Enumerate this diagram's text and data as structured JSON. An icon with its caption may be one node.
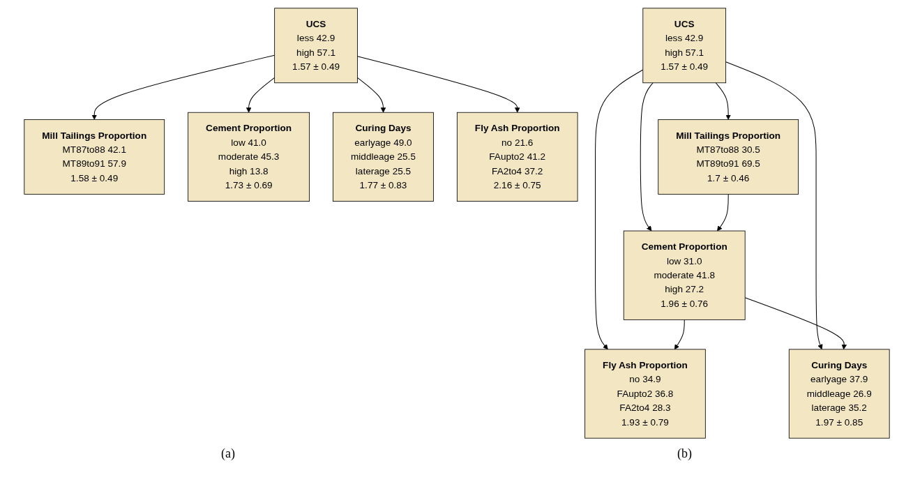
{
  "diagram": {
    "nodes": [
      {
        "text": [
          "Mill Tailings Proportion",
          "MT87to88 42.1",
          "MT89to91 57.9",
          "1.58 ± 0.49"
        ]
      },
      {
        "text": [
          "UCS",
          "less 42.9",
          "high 57.1",
          "1.57 ± 0.49"
        ]
      },
      {
        "text": [
          "Cement Proportion",
          "low 41.0",
          "moderate 45.3",
          "high 13.8",
          "1.73 ± 0.69"
        ]
      },
      {
        "text": [
          "Curing Days",
          "earlyage 49.0",
          "middleage 25.5",
          "laterage 25.5",
          "1.77 ± 0.83"
        ]
      },
      {
        "text": [
          "Fly Ash Proportion",
          "no 21.6",
          "FAupto2 41.2",
          "FA2to4 37.2",
          "2.16 ± 0.75"
        ]
      },
      {
        "text": [
          "UCS",
          "less 42.9",
          "high 57.1",
          "1.57 ± 0.49"
        ]
      },
      {
        "text": [
          "Mill Tailings Proportion",
          "MT87to88 30.5",
          "MT89to91 69.5",
          "1.7 ± 0.46"
        ]
      },
      {
        "text": [
          "Curing Days",
          "earlyage 37.9",
          "middleage 26.9",
          "laterage 35.2",
          "1.97 ± 0.85"
        ]
      },
      {
        "text": [
          "Cement Proportion",
          "low 31.0",
          "moderate 41.8",
          "high 27.2",
          "1.96 ± 0.76"
        ]
      },
      {
        "text": [
          "Fly Ash Proportion",
          "no 34.9",
          "FAupto2 36.8",
          "FA2to4 28.3",
          "1.93 ± 0.79"
        ]
      }
    ],
    "edges": [
      {
        "from": 1,
        "to": 0,
        "arrow": "to"
      },
      {
        "from": 1,
        "to": 2,
        "arrow": "to"
      },
      {
        "from": 1,
        "to": 4,
        "arrow": "to"
      },
      {
        "from": 1,
        "to": 3,
        "arrow": "to"
      },
      {
        "from": 5,
        "to": 6,
        "arrow": "to"
      },
      {
        "from": 5,
        "to": 8,
        "arrow": "to"
      },
      {
        "from": 5,
        "to": 9,
        "arrow": "to"
      },
      {
        "from": 5,
        "to": 7,
        "arrow": "to"
      },
      {
        "from": 6,
        "to": 8,
        "arrow": "to"
      },
      {
        "from": 8,
        "to": 9,
        "arrow": "to"
      },
      {
        "from": 8,
        "to": 7,
        "arrow": "to"
      }
    ],
    "labels": [
      "(a)",
      "(b)"
    ]
  }
}
